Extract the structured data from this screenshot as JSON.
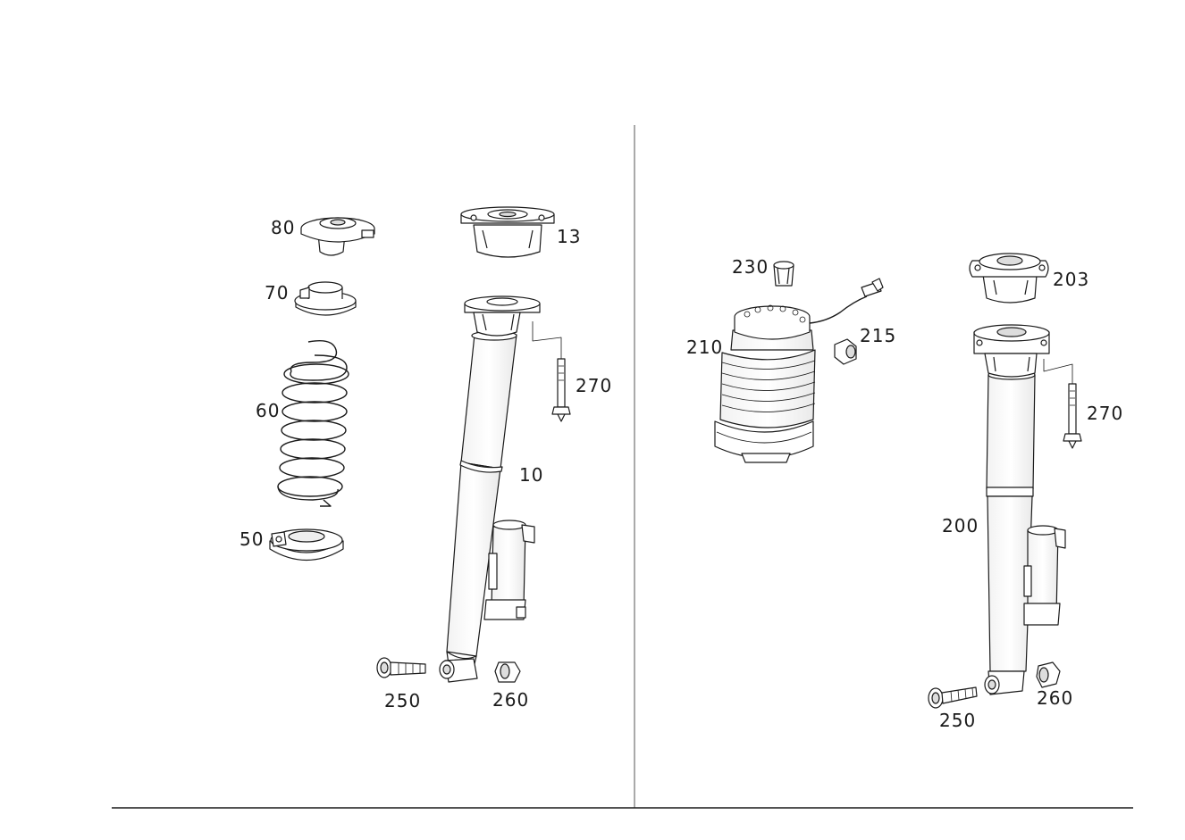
{
  "labels": {
    "left": {
      "p80": "80",
      "p70": "70",
      "p60": "60",
      "p50": "50",
      "p13": "13",
      "p270": "270",
      "p10": "10",
      "p250": "250",
      "p260": "260"
    },
    "right": {
      "p230": "230",
      "p210": "210",
      "p215": "215",
      "p203": "203",
      "p270": "270",
      "p200": "200",
      "p250": "250",
      "p260": "260"
    }
  },
  "colors": {
    "line": "#1a1a1a",
    "fill": "#ffffff",
    "shade": "#e6e6e6"
  }
}
